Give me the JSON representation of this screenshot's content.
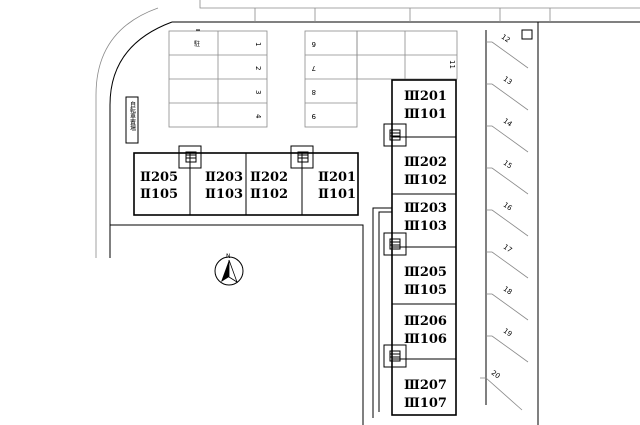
{
  "labels": {
    "parking_note": "駐",
    "bicycle_parking": "自転車置場",
    "north": "N"
  },
  "parking_left": [
    "1",
    "2",
    "3",
    "4"
  ],
  "parking_mid": [
    "6",
    "7",
    "8",
    "9"
  ],
  "parking_right_top": [
    "11"
  ],
  "parking_diagonal": [
    "12",
    "13",
    "14",
    "15",
    "16",
    "17",
    "18",
    "19",
    "20"
  ],
  "building_II": {
    "units": [
      {
        "upper": "Ⅱ205",
        "lower": "Ⅱ105"
      },
      {
        "upper": "Ⅱ203",
        "lower": "Ⅱ103"
      },
      {
        "upper": "Ⅱ202",
        "lower": "Ⅱ102"
      },
      {
        "upper": "Ⅱ201",
        "lower": "Ⅱ101"
      }
    ]
  },
  "building_III": {
    "units": [
      {
        "upper": "Ⅲ201",
        "lower": "Ⅲ101"
      },
      {
        "upper": "Ⅲ202",
        "lower": "Ⅲ102"
      },
      {
        "upper": "Ⅲ203",
        "lower": "Ⅲ103"
      },
      {
        "upper": "Ⅲ205",
        "lower": "Ⅲ105"
      },
      {
        "upper": "Ⅲ206",
        "lower": "Ⅲ106"
      },
      {
        "upper": "Ⅲ207",
        "lower": "Ⅲ107"
      }
    ]
  }
}
